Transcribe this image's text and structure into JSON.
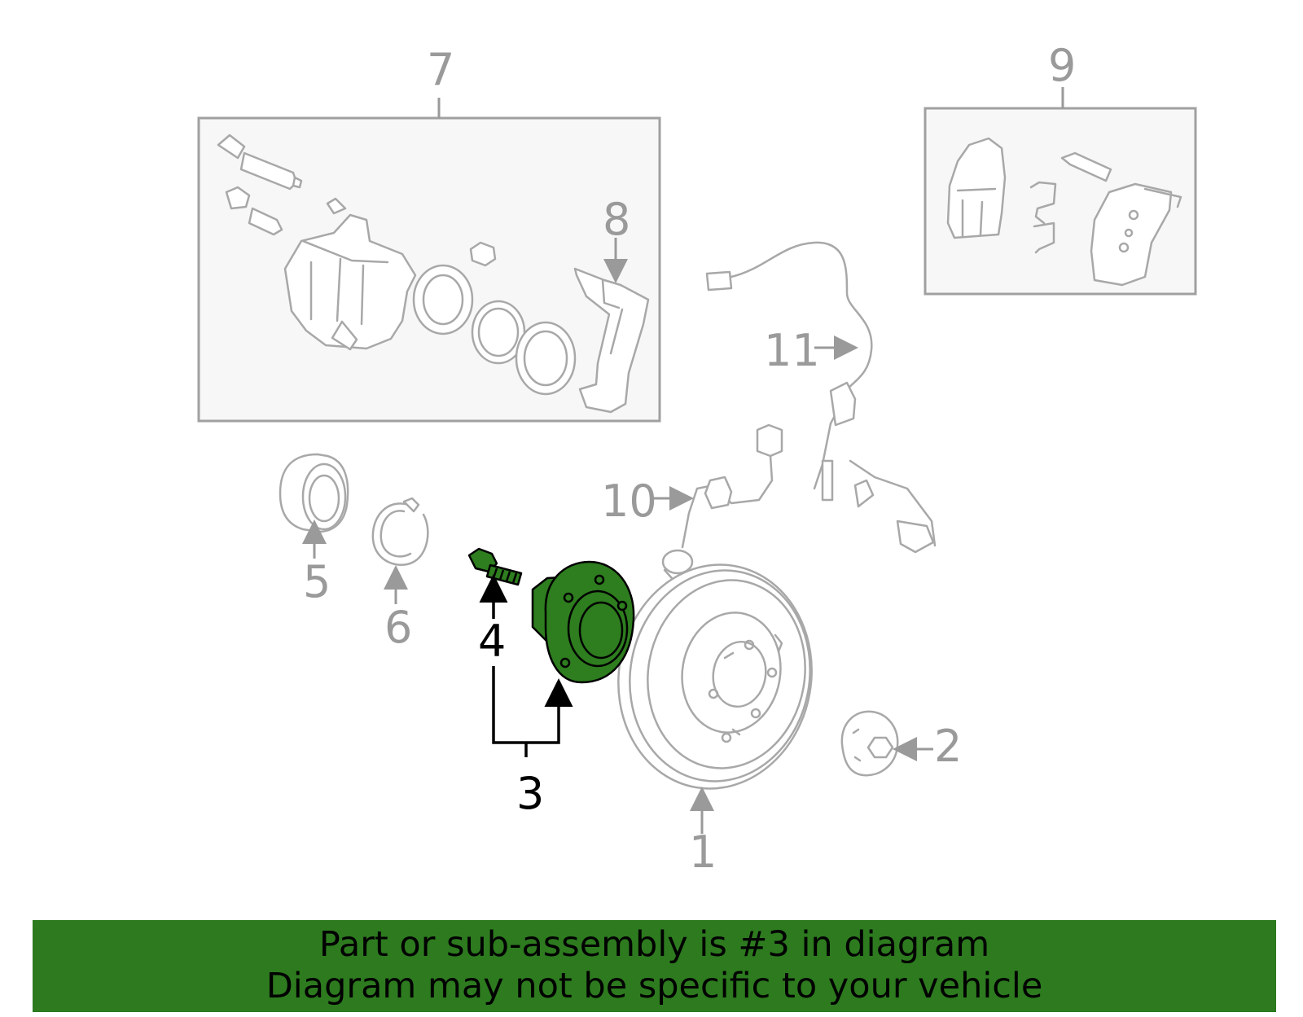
{
  "callouts": {
    "c1": "1",
    "c2": "2",
    "c3": "3",
    "c4": "4",
    "c5": "5",
    "c6": "6",
    "c7": "7",
    "c8": "8",
    "c9": "9",
    "c10": "10",
    "c11": "11"
  },
  "banner": {
    "line1": "Part or sub-assembly is #3 in diagram",
    "line2": "Diagram may not be specific to your vehicle"
  },
  "colors": {
    "highlight": "#2e7d1f",
    "banner": "#2d7a1f",
    "part_outline": "#a8a8a8"
  }
}
